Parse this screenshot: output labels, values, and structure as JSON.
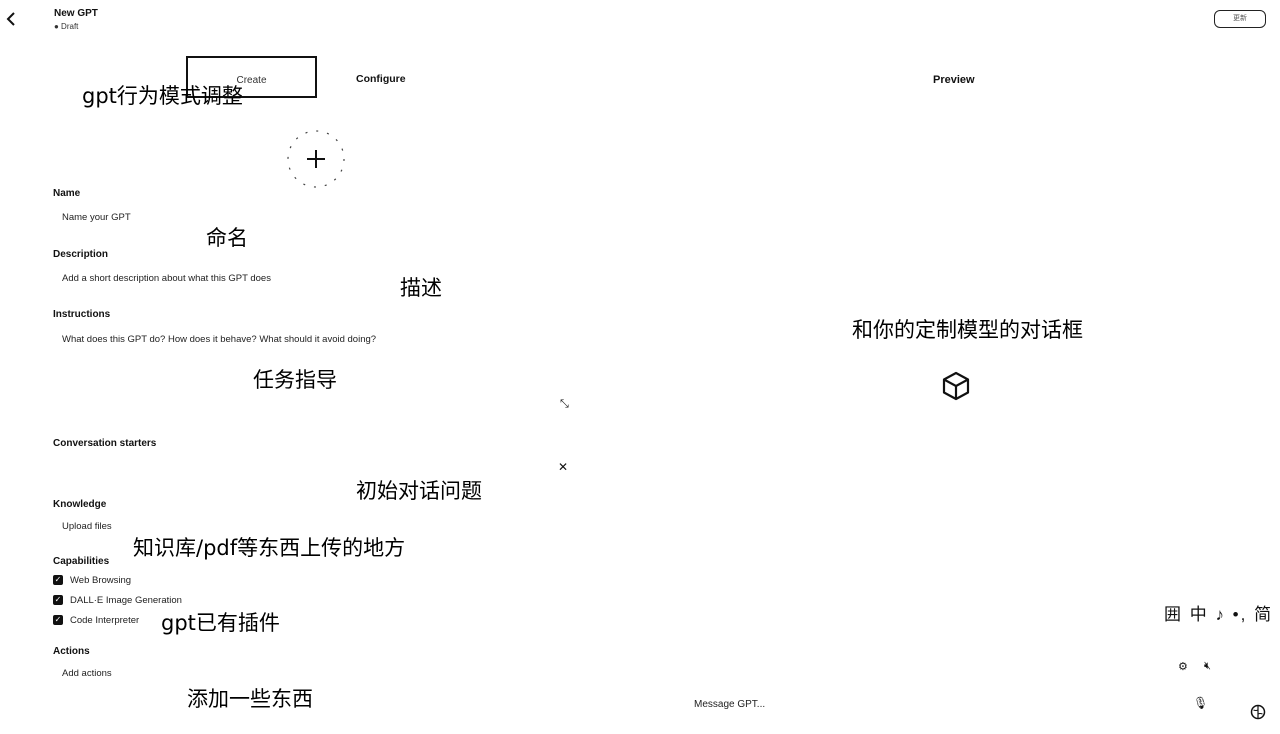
{
  "header": {
    "title": "New GPT",
    "subtitle": "● Draft",
    "publish_label": "更新"
  },
  "tabs": {
    "create": "Create",
    "configure": "Configure"
  },
  "preview": {
    "title": "Preview",
    "message_placeholder": "Message GPT..."
  },
  "form": {
    "name_label": "Name",
    "name_placeholder": "Name your GPT",
    "description_label": "Description",
    "description_placeholder": "Add a short description about what this GPT does",
    "instructions_label": "Instructions",
    "instructions_placeholder": "What does this GPT do? How does it behave? What should it avoid doing?",
    "starters_label": "Conversation starters",
    "knowledge_label": "Knowledge",
    "upload_label": "Upload files",
    "capabilities_label": "Capabilities",
    "capabilities": [
      {
        "label": "Web Browsing",
        "checked": true
      },
      {
        "label": "DALL·E Image Generation",
        "checked": true
      },
      {
        "label": "Code Interpreter",
        "checked": true
      }
    ],
    "actions_label": "Actions",
    "add_actions_label": "Add actions"
  },
  "annotations": {
    "behavior": "gpt行为模式调整",
    "name": "命名",
    "description": "描述",
    "instructions": "任务指导",
    "starters": "初始对话问题",
    "knowledge": "知识库/pdf等东西上传的地方",
    "capabilities": "gpt已有插件",
    "actions": "添加一些东西",
    "preview": "和你的定制模型的对话框"
  },
  "ime": {
    "text": "囲 中 ♪ •, 简"
  },
  "icons": {
    "back": "chevron-left-icon",
    "plus": "plus-icon",
    "cube": "cube-icon",
    "close": "close-icon",
    "gear": "gear-icon",
    "mute": "mute-icon",
    "mic": "mic-icon",
    "brain": "brain-icon"
  }
}
